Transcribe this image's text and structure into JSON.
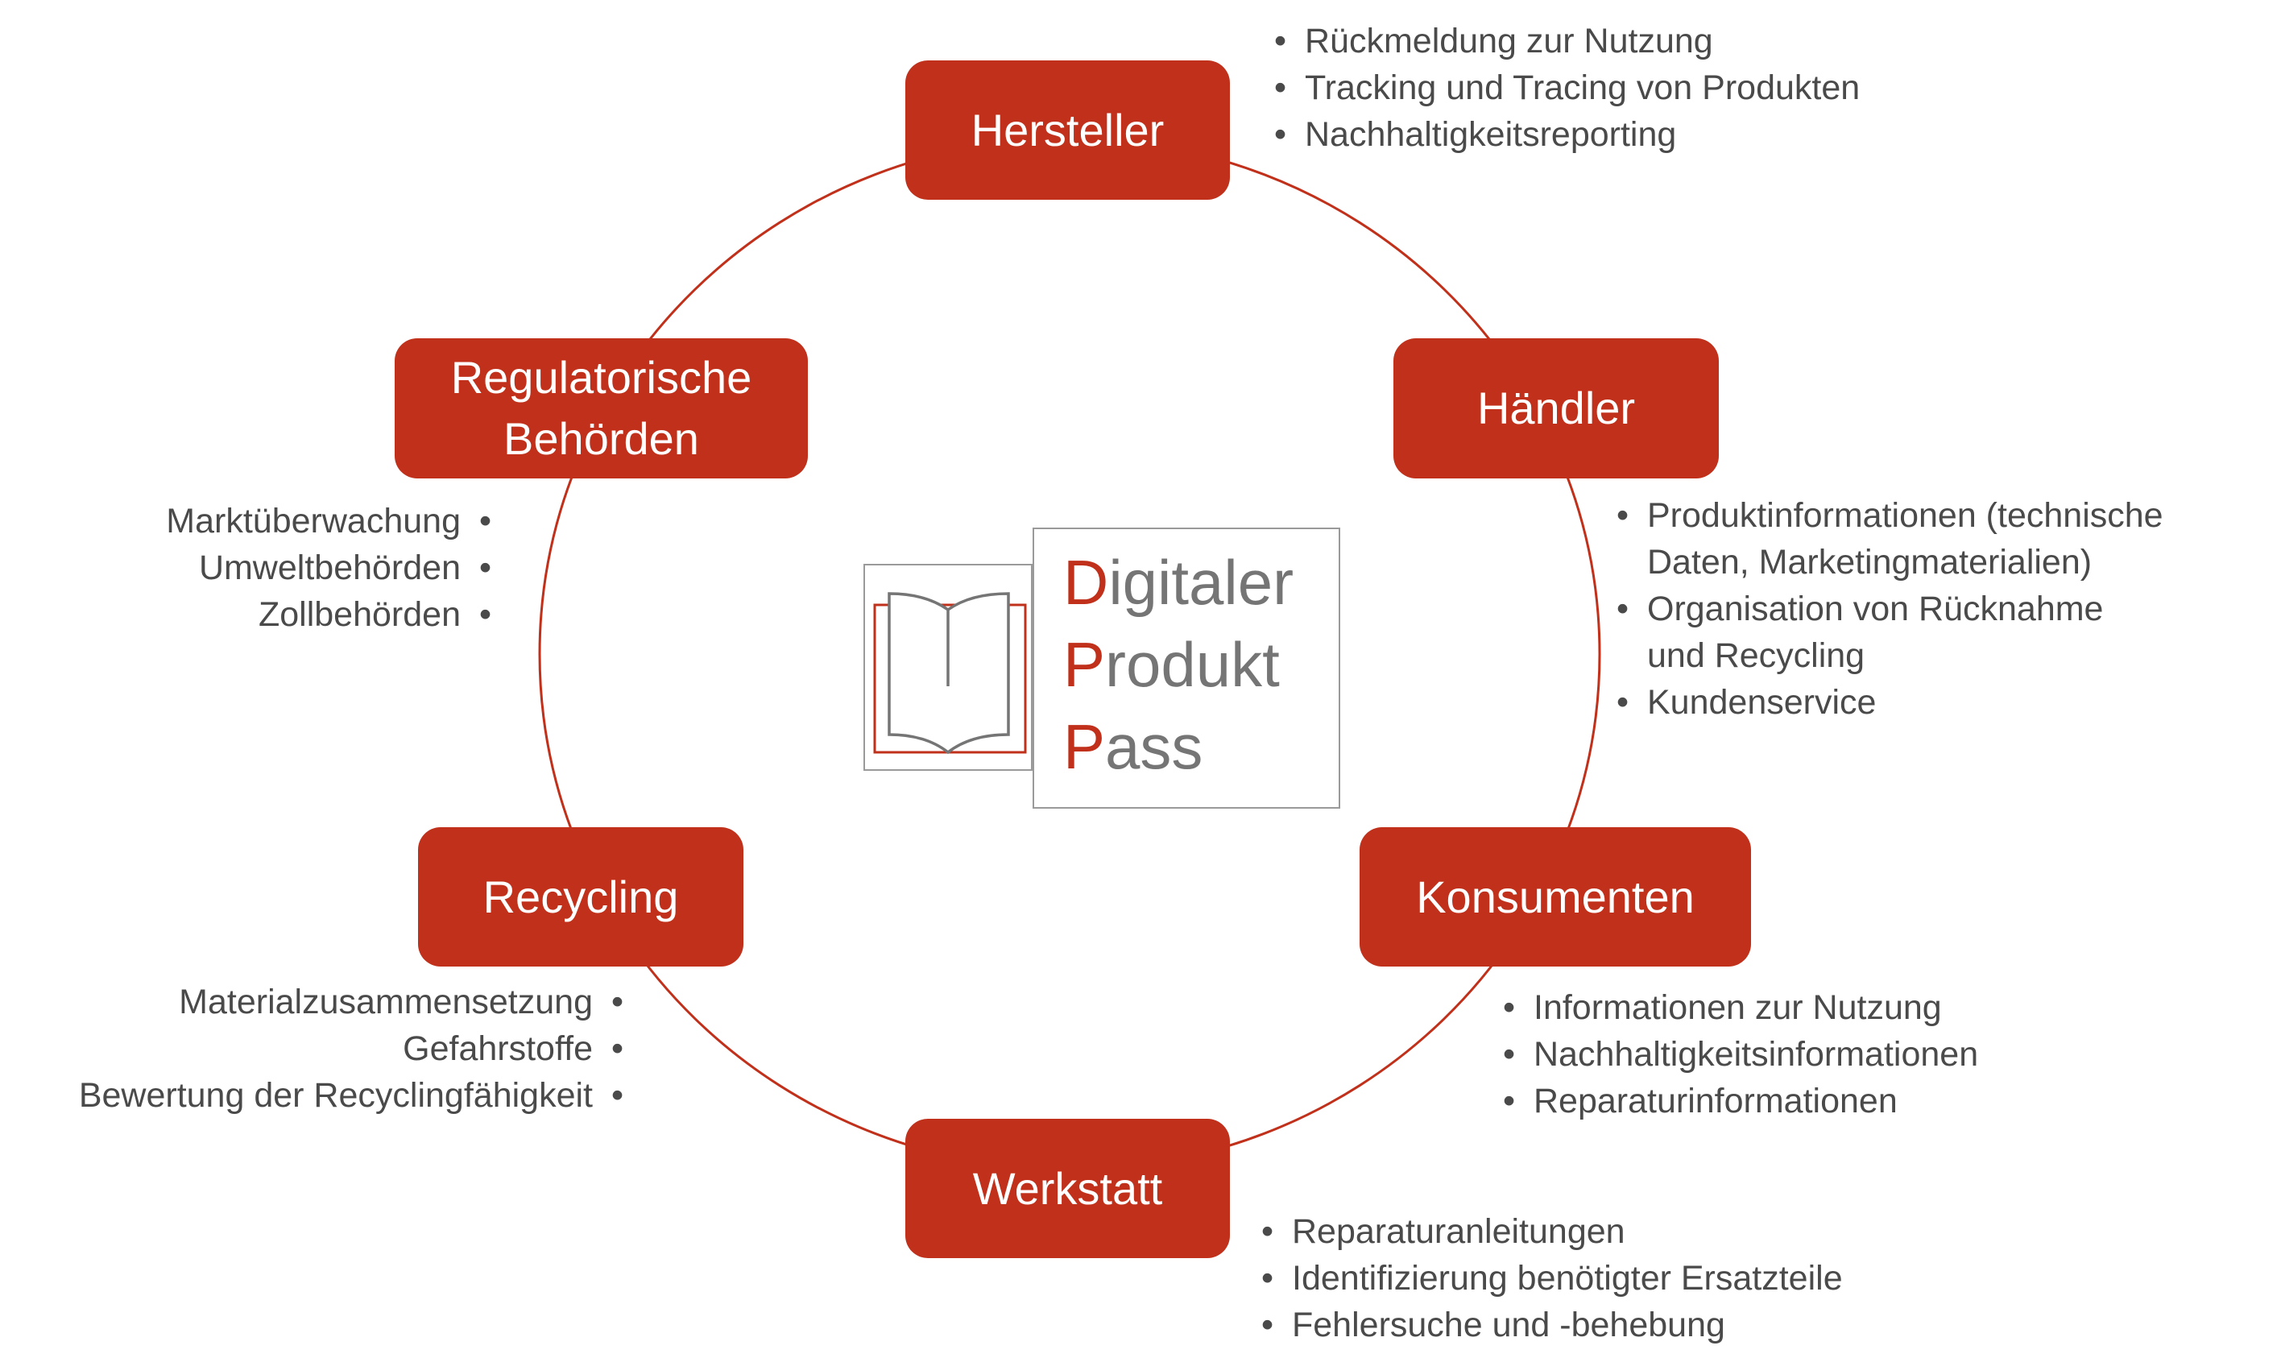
{
  "colors": {
    "accent": "#c0301a",
    "text": "#4a4a4a",
    "logo_gray": "#757575"
  },
  "center_logo": {
    "icon": "open-book-icon",
    "lines": [
      {
        "initial": "D",
        "rest": "igitaler"
      },
      {
        "initial": "P",
        "rest": "rodukt"
      },
      {
        "initial": "P",
        "rest": "ass"
      }
    ]
  },
  "nodes": {
    "hersteller": {
      "label": "Hersteller",
      "items": [
        "Rückmeldung zur Nutzung",
        "Tracking und Tracing von Produkten",
        "Nachhaltigkeitsreporting"
      ]
    },
    "haendler": {
      "label": "Händler",
      "items": [
        "Produktinformationen (technische\n Daten, Marketingmaterialien)",
        "Organisation von Rücknahme\n und Recycling",
        "Kundenservice"
      ]
    },
    "konsumenten": {
      "label": "Konsumenten",
      "items": [
        "Informationen zur Nutzung",
        "Nachhaltigkeitsinformationen",
        "Reparaturinformationen"
      ]
    },
    "werkstatt": {
      "label": "Werkstatt",
      "items": [
        "Reparaturanleitungen",
        "Identifizierung benötigter Ersatzteile",
        "Fehlersuche und -behebung"
      ]
    },
    "recycling": {
      "label": "Recycling",
      "items": [
        "Materialzusammensetzung",
        "Gefahrstoffe",
        "Bewertung der Recyclingfähigkeit"
      ]
    },
    "behoerden": {
      "label": "Regulatorische\nBehörden",
      "items": [
        "Marktüberwachung",
        "Umweltbehörden",
        "Zollbehörden"
      ]
    }
  }
}
